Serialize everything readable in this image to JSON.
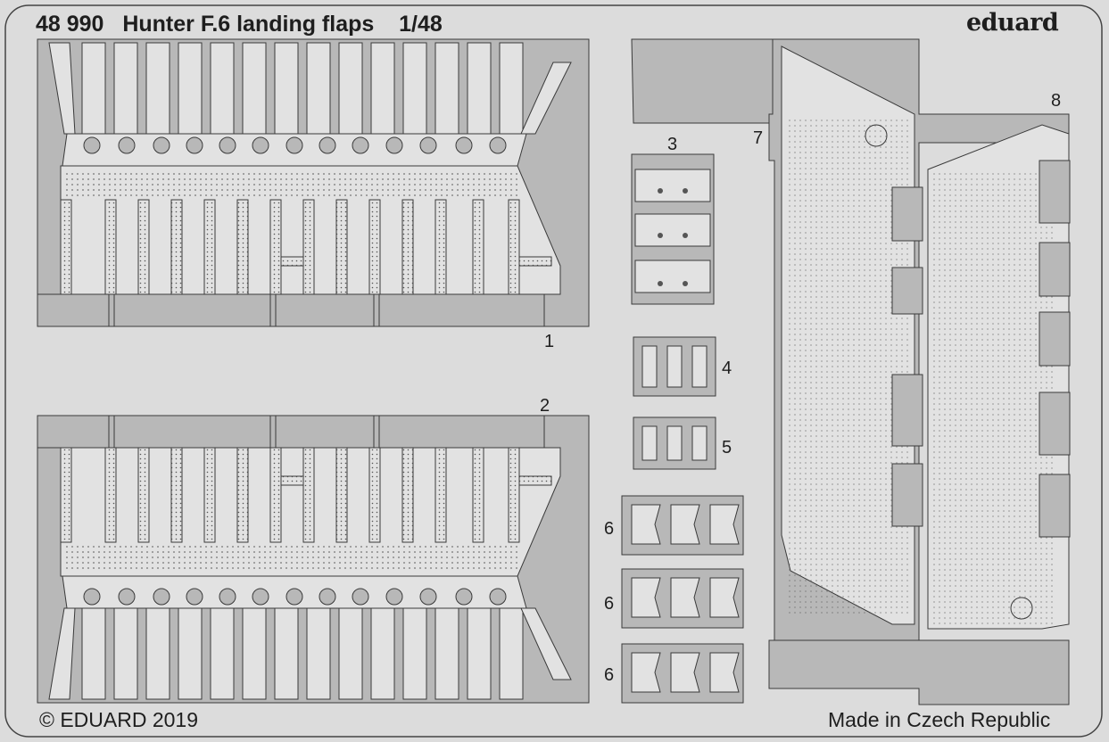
{
  "sheet": {
    "product_code": "48 990",
    "product_name": "Hunter F.6 landing flaps",
    "scale": "1/48",
    "brand": "eduard",
    "copyright": "© EDUARD 2019",
    "origin": "Made in Czech Republic"
  },
  "part_numbers": [
    "1",
    "2",
    "3",
    "4",
    "5",
    "6",
    "6",
    "6",
    "7",
    "8"
  ],
  "colors": {
    "background": "#dcdcdc",
    "fret_metal": "#b8b8b8",
    "part_surface": "#e2e2e2",
    "outline": "#3a3a3a"
  }
}
